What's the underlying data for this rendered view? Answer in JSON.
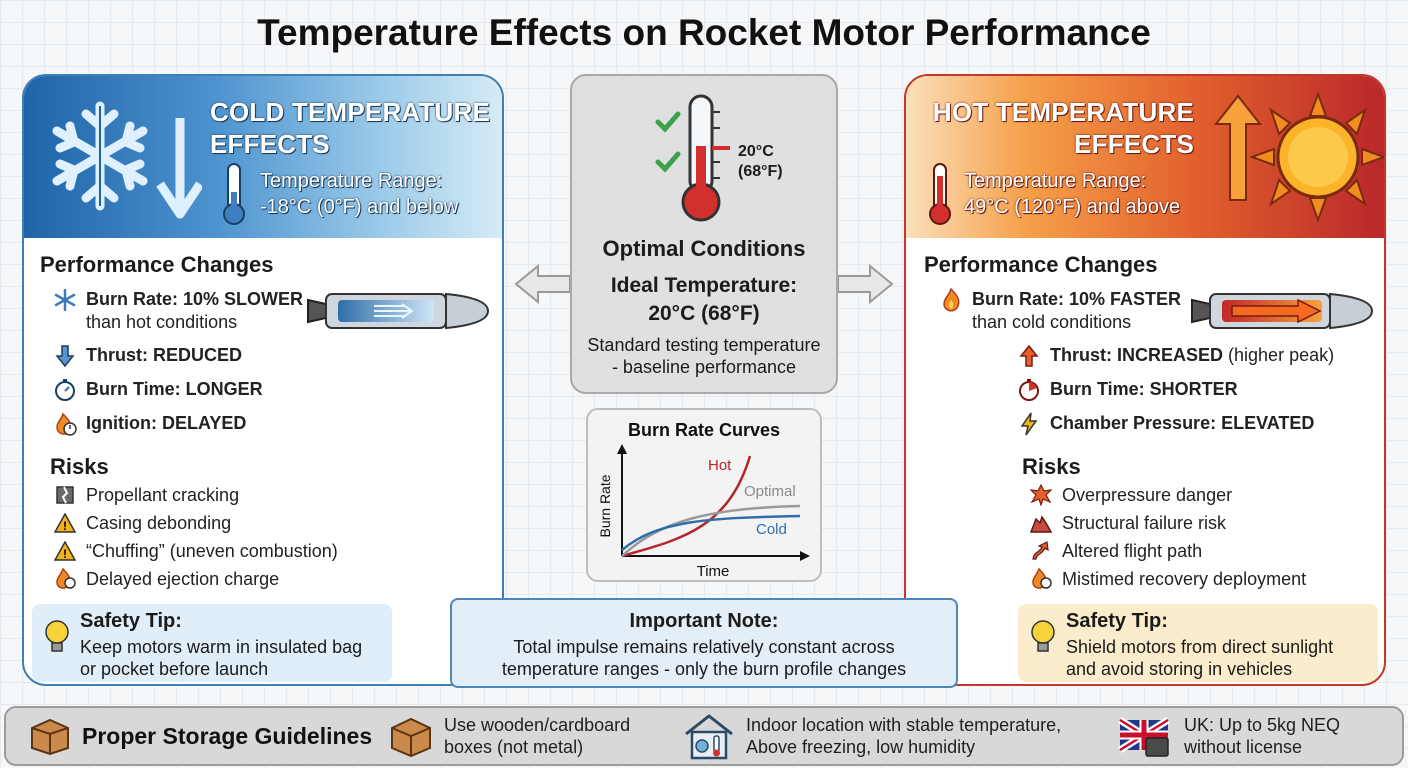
{
  "title": "Temperature Effects on Rocket Motor Performance",
  "cold": {
    "title_line1": "COLD TEMPERATURE",
    "title_line2": "EFFECTS",
    "range_line1": "Temperature Range:",
    "range_line2": "-18°C (0°F) and below",
    "performance_title": "Performance Changes",
    "burn_rate_bold": "Burn Rate: 10% SLOWER",
    "burn_rate_rest": "than hot conditions",
    "thrust": "Thrust: REDUCED",
    "burn_time": "Burn Time: LONGER",
    "ignition": "Ignition: DELAYED",
    "risks_title": "Risks",
    "risks": [
      "Propellant cracking",
      "Casing debonding",
      "“Chuffing” (uneven combustion)",
      "Delayed ejection charge"
    ],
    "tip_title": "Safety Tip:",
    "tip_text": "Keep motors warm in insulated bag or pocket before launch",
    "color": "#1f64a8"
  },
  "hot": {
    "title_line1": "HOT TEMPERATURE",
    "title_line2": "EFFECTS",
    "range_line1": "Temperature Range:",
    "range_line2": "49°C (120°F) and above",
    "performance_title": "Performance Changes",
    "burn_rate_bold": "Burn Rate: 10% FASTER",
    "burn_rate_rest": "than cold conditions",
    "thrust_bold": "Thrust: INCREASED",
    "thrust_rest": "(higher peak)",
    "burn_time": "Burn Time: SHORTER",
    "chamber": "Chamber Pressure: ELEVATED",
    "risks_title": "Risks",
    "risks": [
      "Overpressure danger",
      "Structural failure risk",
      "Altered flight path",
      "Mistimed recovery deployment"
    ],
    "tip_title": "Safety Tip:",
    "tip_text": "Shield motors from direct sunlight and avoid storing in vehicles",
    "color": "#c0392b"
  },
  "center": {
    "thermo_label_c": "20°C",
    "thermo_label_f": "(68°F)",
    "optimal_title": "Optimal Conditions",
    "ideal_line1": "Ideal Temperature:",
    "ideal_line2": "20°C (68°F)",
    "standard_line1": "Standard testing temperature",
    "standard_line2": "- baseline performance"
  },
  "chart_data": {
    "type": "line",
    "title": "Burn Rate Curves",
    "xlabel": "Time",
    "ylabel": "Burn Rate",
    "series": [
      {
        "name": "Hot",
        "color": "#b3262b"
      },
      {
        "name": "Optimal",
        "color": "#8a8a8a"
      },
      {
        "name": "Cold",
        "color": "#2f6ea8"
      }
    ],
    "grid": false
  },
  "note": {
    "title": "Important Note:",
    "line1": "Total impulse remains relatively constant across",
    "line2": "temperature ranges - only the burn profile changes"
  },
  "storage": {
    "title": "Proper Storage Guidelines",
    "item1_line1": "Use wooden/cardboard",
    "item1_line2": "boxes (not metal)",
    "item2_line1": "Indoor location with stable temperature,",
    "item2_line2": "Above freezing, low humidity",
    "item3_line1": "UK: Up to 5kg NEQ",
    "item3_line2": "without license"
  },
  "icons": {
    "snowflake": "snowflake-icon",
    "sun": "sun-icon",
    "thermometer": "thermometer-icon",
    "box": "box-icon",
    "house": "house-icon",
    "uk_flag": "uk-flag-icon",
    "bulb": "lightbulb-icon"
  }
}
